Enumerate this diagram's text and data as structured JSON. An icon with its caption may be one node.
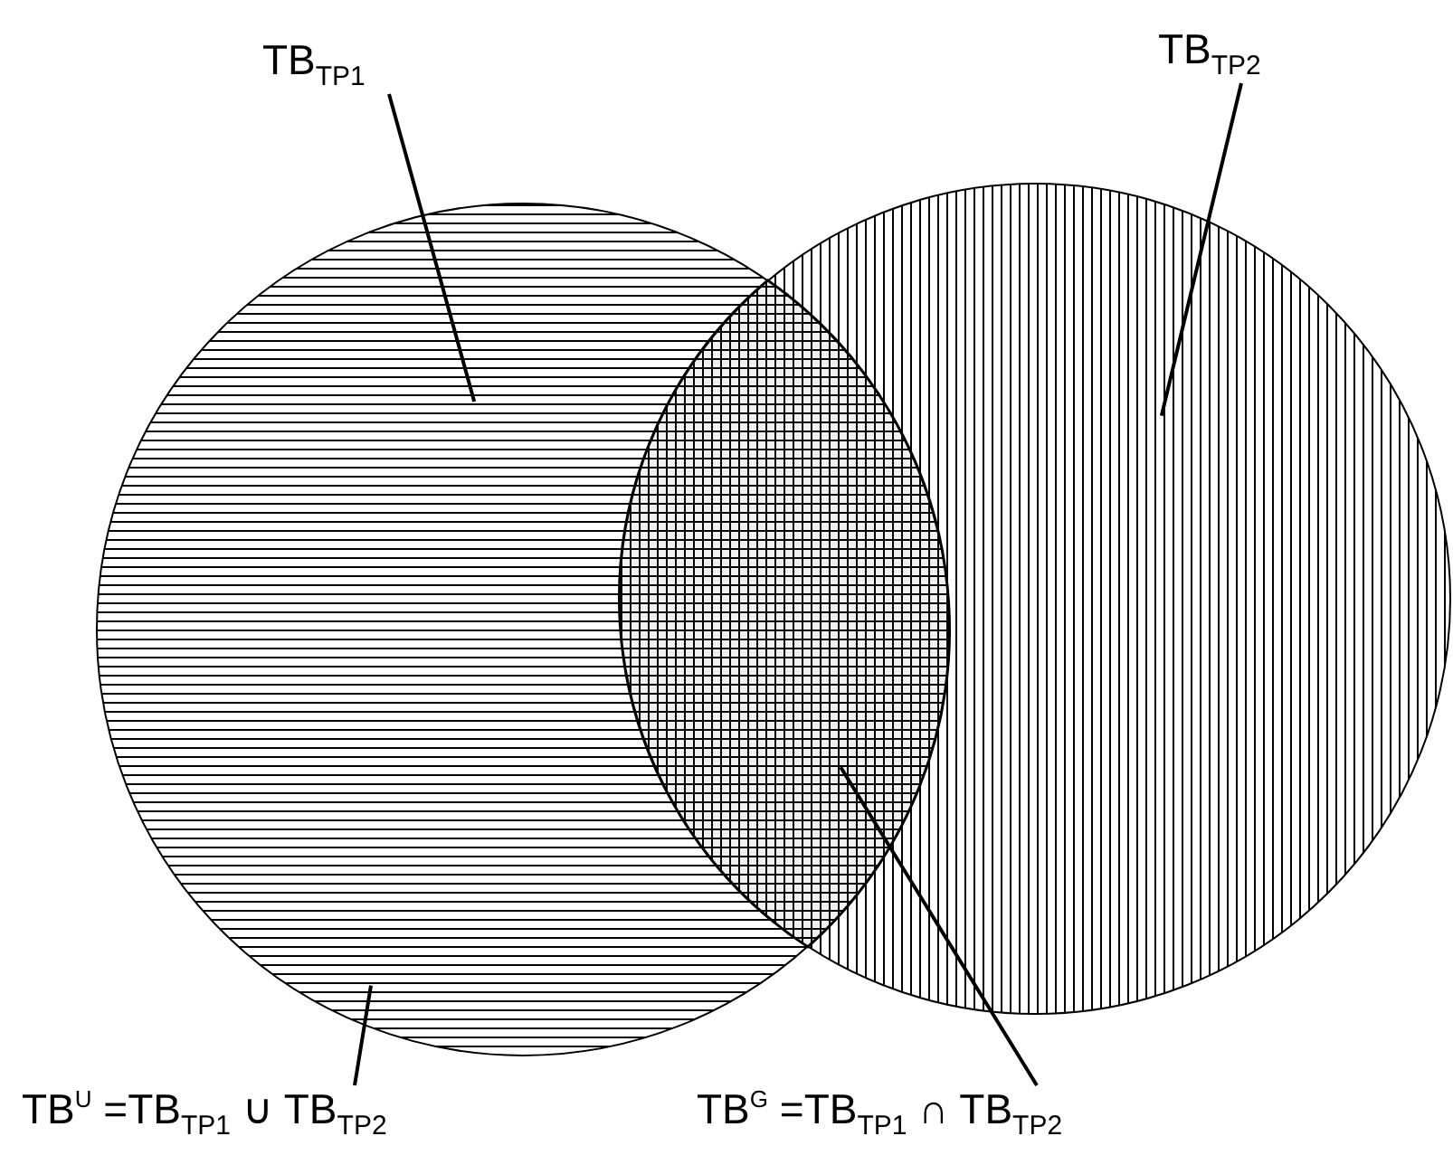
{
  "diagram": {
    "nodes": [
      {
        "text": [
          "TB$_{TP1}$"
        ]
      },
      {
        "text": [
          "TB$_{TP2}$"
        ]
      },
      {
        "text": [],
        "shape": "circle"
      },
      {
        "text": [],
        "shape": "circle"
      },
      {
        "text": [
          "TB$^{U}$ =TB$_{TP1}$ ∪  TB$_{TP2}$"
        ]
      },
      {
        "text": [
          "TB$^{G}$ =TB$_{TP1}$ ∩ TB$_{TP2}$"
        ]
      },
      {
        "text": [],
        "shape": "lens"
      }
    ],
    "edges": [
      {
        "from": 0,
        "to": 2,
        "arrow": "none"
      },
      {
        "from": 1,
        "to": 3,
        "arrow": "none"
      },
      {
        "from": 4,
        "to": 2,
        "arrow": "none"
      },
      {
        "from": 5,
        "to": 6,
        "arrow": "none"
      }
    ]
  }
}
